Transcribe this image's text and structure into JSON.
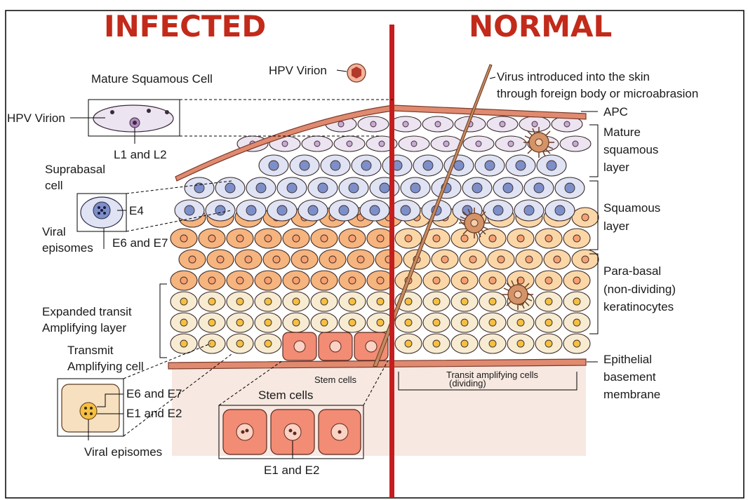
{
  "headings": {
    "infected": "INFECTED",
    "normal": "NORMAL"
  },
  "left_labels": {
    "hpv_virion_top": "HPV Virion",
    "mature_squamous_cell": "Mature Squamous Cell",
    "hpv_virion_side": "HPV Virion",
    "l1_l2": "L1 and L2",
    "suprabasal_1": "Suprabasal",
    "suprabasal_2": "cell",
    "e4": "E4",
    "viral_episomes_1": "Viral",
    "viral_episomes_2": "episomes",
    "e6_e7_a": "E6 and E7",
    "expanded_1": "Expanded transit",
    "expanded_2": "Amplifying layer",
    "transmit_1": "Transmit",
    "transmit_2": "Amplifying cell",
    "e6_e7_b": "E6 and E7",
    "e1_e2_a": "E1 and E2",
    "viral_episomes_b": "Viral episomes",
    "stem_cells_box": "Stem cells",
    "stem_cells_inner": "Stem cells",
    "e1_e2_b": "E1 and E2"
  },
  "right_labels": {
    "virus_intro_1": "Virus introduced into the skin",
    "virus_intro_2": "through foreign body or microabrasion",
    "apc": "APC",
    "mature_1": "Mature",
    "mature_2": "squamous",
    "mature_3": "layer",
    "squamous_1": "Squamous",
    "squamous_2": "layer",
    "parabasal_1": "Para-basal",
    "parabasal_2": "(non-dividing)",
    "parabasal_3": "keratinocytes",
    "epithelial_1": "Epithelial",
    "epithelial_2": "basement",
    "epithelial_3": "membrane",
    "transit_1": "Transit amplifying cells",
    "transit_2": "(dividing)"
  },
  "colors": {
    "heading": "#c22a1a",
    "divider": "#c41e1e",
    "membrane": "#e08a70",
    "mature_cell": "#ece4f0",
    "squamous_cell": "#dfe3f3",
    "squamous_nucleus": "#7d8fc9",
    "parabasal_cell_infected": "#f6b47e",
    "parabasal_cell_normal": "#fbd7a8",
    "transit_cell": "#f7ecd2",
    "stem_cell": "#f38c74",
    "apc": "#d49468"
  }
}
